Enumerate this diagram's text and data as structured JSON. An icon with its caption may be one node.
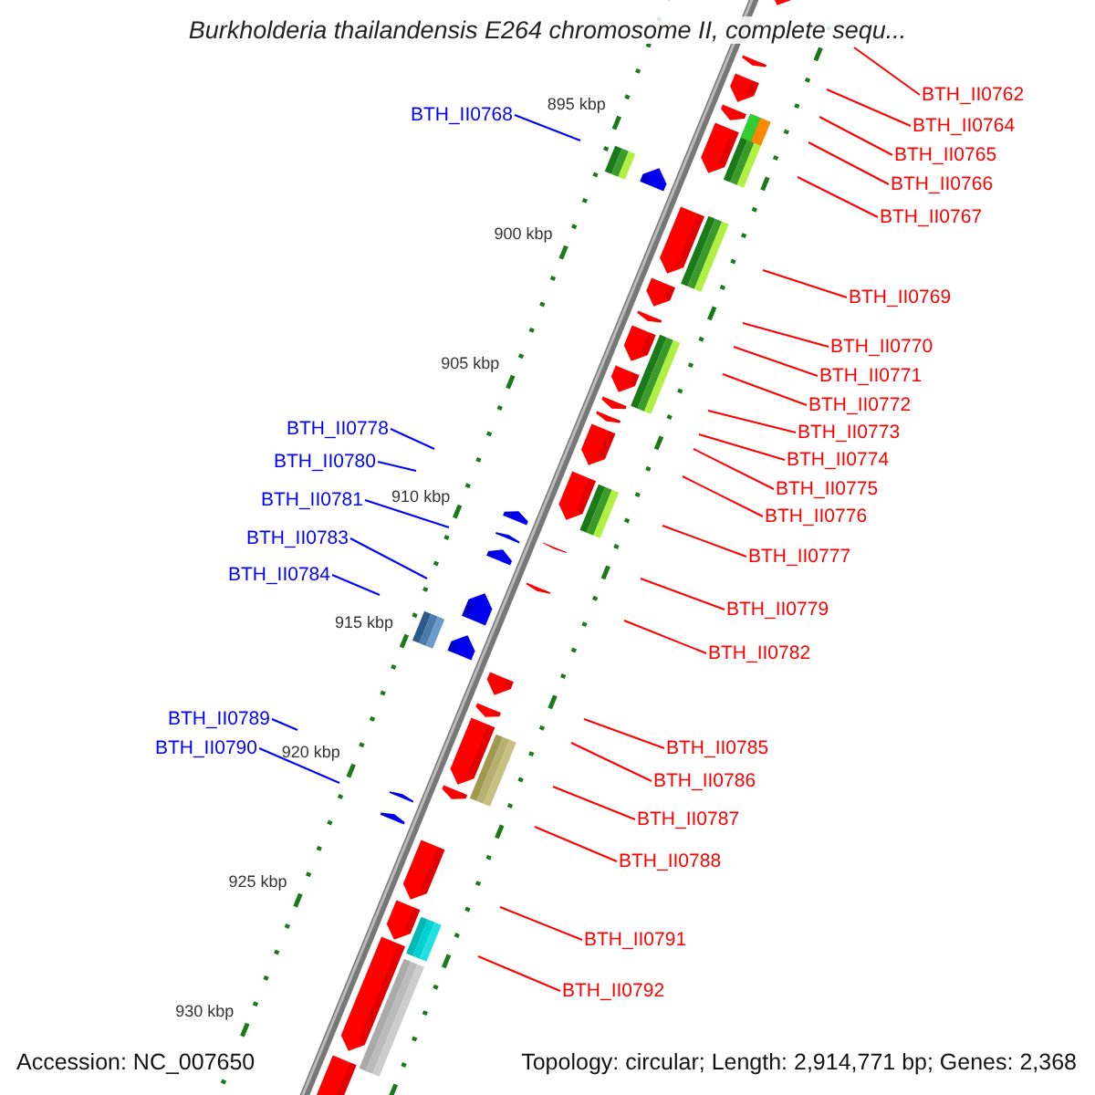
{
  "diagram": {
    "title": "Burkholderia thailandensis E264 chromosome II, complete sequ...",
    "nodes": [
      {
        "text": [
          "BTH_II0762"
        ]
      },
      {
        "text": [
          "BTH_II0764"
        ]
      },
      {
        "text": [
          "BTH_II0765"
        ]
      },
      {
        "text": [
          "BTH_II0766"
        ]
      },
      {
        "text": [
          "BTH_II0767"
        ]
      },
      {
        "text": [
          "BTH_II0769"
        ]
      },
      {
        "text": [
          "BTH_II0770"
        ]
      },
      {
        "text": [
          "BTH_II0771"
        ]
      },
      {
        "text": [
          "BTH_II0772"
        ]
      },
      {
        "text": [
          "BTH_II0773"
        ]
      },
      {
        "text": [
          "BTH_II0774"
        ]
      },
      {
        "text": [
          "BTH_II0775"
        ]
      },
      {
        "text": [
          "BTH_II0776"
        ]
      },
      {
        "text": [
          "BTH_II0777"
        ]
      },
      {
        "text": [
          "BTH_II0779"
        ]
      },
      {
        "text": [
          "BTH_II0782"
        ]
      },
      {
        "text": [
          "BTH_II0785"
        ]
      },
      {
        "text": [
          "BTH_II0786"
        ]
      },
      {
        "text": [
          "BTH_II0787"
        ]
      },
      {
        "text": [
          "BTH_II0788"
        ]
      },
      {
        "text": [
          "BTH_II0791"
        ]
      },
      {
        "text": [
          "BTH_II0792"
        ]
      },
      {
        "text": [
          "BTH_II0768"
        ]
      },
      {
        "text": [
          "BTH_II0778"
        ]
      },
      {
        "text": [
          "BTH_II0780"
        ]
      },
      {
        "text": [
          "BTH_II0781"
        ]
      },
      {
        "text": [
          "BTH_II0783"
        ]
      },
      {
        "text": [
          "BTH_II0784"
        ]
      },
      {
        "text": [
          "BTH_II0789"
        ]
      },
      {
        "text": [
          "BTH_II0790"
        ]
      }
    ],
    "edges": [
      {
        "from": 0,
        "to": null,
        "arrow": "none"
      },
      {
        "from": 1,
        "to": null,
        "arrow": "none"
      },
      {
        "from": 2,
        "to": null,
        "arrow": "none"
      },
      {
        "from": 3,
        "to": null,
        "arrow": "none"
      },
      {
        "from": 4,
        "to": null,
        "arrow": "none"
      },
      {
        "from": 5,
        "to": null,
        "arrow": "none"
      },
      {
        "from": 6,
        "to": null,
        "arrow": "none"
      },
      {
        "from": 7,
        "to": null,
        "arrow": "none"
      },
      {
        "from": 8,
        "to": null,
        "arrow": "none"
      },
      {
        "from": 9,
        "to": null,
        "arrow": "none"
      },
      {
        "from": 10,
        "to": null,
        "arrow": "none"
      },
      {
        "from": 11,
        "to": null,
        "arrow": "none"
      },
      {
        "from": 12,
        "to": null,
        "arrow": "none"
      },
      {
        "from": 13,
        "to": null,
        "arrow": "none"
      },
      {
        "from": 14,
        "to": null,
        "arrow": "none"
      },
      {
        "from": 15,
        "to": null,
        "arrow": "none"
      },
      {
        "from": 16,
        "to": null,
        "arrow": "none"
      },
      {
        "from": 17,
        "to": null,
        "arrow": "none"
      },
      {
        "from": 18,
        "to": null,
        "arrow": "none"
      },
      {
        "from": 19,
        "to": null,
        "arrow": "none"
      },
      {
        "from": 20,
        "to": null,
        "arrow": "none"
      },
      {
        "from": 21,
        "to": null,
        "arrow": "none"
      },
      {
        "from": 22,
        "to": null,
        "arrow": "none",
        "color": "#0000ff"
      },
      {
        "from": 23,
        "to": null,
        "arrow": "none",
        "color": "#0000ff"
      },
      {
        "from": 24,
        "to": null,
        "arrow": "none",
        "color": "#0000ff"
      },
      {
        "from": 25,
        "to": null,
        "arrow": "none",
        "color": "#0000ff"
      },
      {
        "from": 26,
        "to": null,
        "arrow": "none",
        "color": "#0000ff"
      },
      {
        "from": 27,
        "to": null,
        "arrow": "none",
        "color": "#0000ff"
      },
      {
        "from": 28,
        "to": null,
        "arrow": "none",
        "color": "#0000ff"
      },
      {
        "from": 29,
        "to": null,
        "arrow": "none",
        "color": "#0000ff"
      }
    ],
    "labels": [
      "895 kbp",
      "900 kbp",
      "905 kbp",
      "910 kbp",
      "915 kbp",
      "920 kbp",
      "925 kbp",
      "930 kbp",
      "Accession: NC_007650",
      "Topology: circular; Length: 2,914,771 bp; Genes: 2,368"
    ]
  }
}
